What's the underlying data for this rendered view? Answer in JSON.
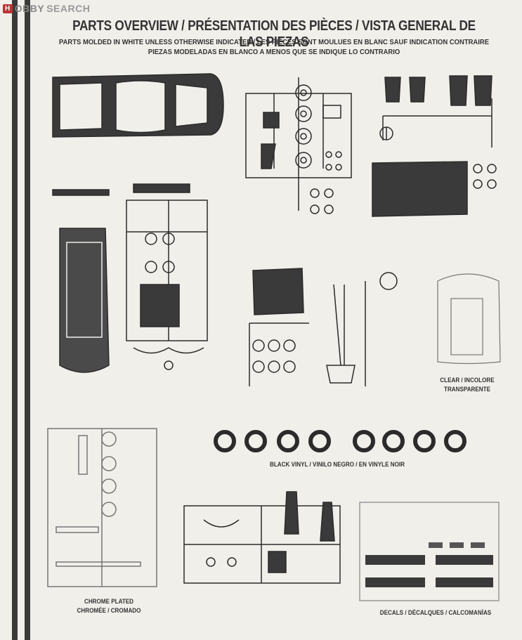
{
  "watermark": {
    "badge": "H",
    "brand": "OBBY",
    "search": "SEARCH"
  },
  "title": "PARTS OVERVIEW / PRÉSENTATION DES PIÈCES / VISTA GENERAL DE LAS PIEZAS",
  "subtitle_line1": "PARTS MOLDED IN WHITE UNLESS OTHERWISE INDICATED / LES PIÈCES SONT MOULUES EN BLANC SAUF INDICATION CONTRAIRE",
  "subtitle_line2": "PIEZAS MODELADAS EN BLANCO A MENOS QUE SE INDIQUE LO CONTRARIO",
  "labels": {
    "clear_1": "CLEAR / INCOLORE",
    "clear_2": "TRANSPARENTE",
    "black_vinyl": "BLACK VINYL / VINILO NEGRO / EN VINYLE NOIR",
    "chrome_1": "CHROME PLATED",
    "chrome_2": "CHROMÉE / CROMADO",
    "decals": "DECALS / DÉCALQUES / CALCOMANÍAS"
  },
  "colors": {
    "ink": "#2b2b2b",
    "paper": "#f1efea",
    "stripe": "#3a3a3a"
  }
}
